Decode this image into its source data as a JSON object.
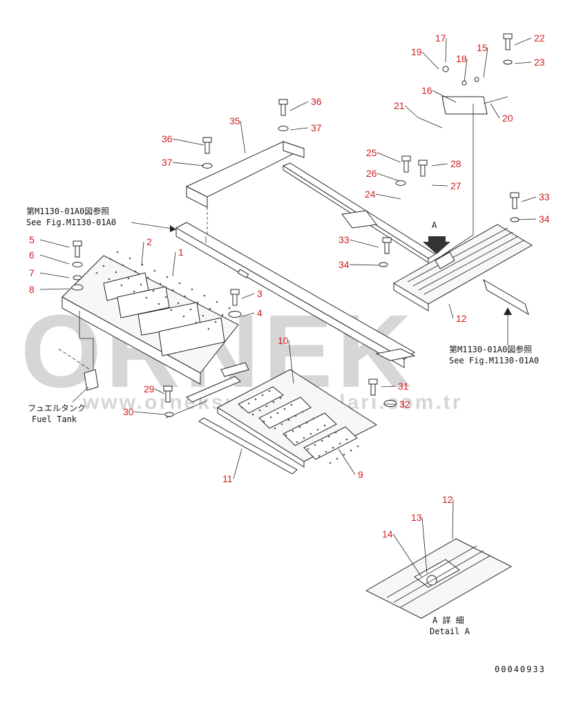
{
  "watermark": {
    "brand": "ORNEK",
    "url": "www.orneksunumkinalari.com.tr"
  },
  "references": {
    "top_left": {
      "jp": "第M1130-01A0図参照",
      "en": "See Fig.M1130-01A0"
    },
    "right": {
      "jp": "第M1130-01A0図参照",
      "en": "See Fig.M1130-01A0"
    }
  },
  "fuel_tank": {
    "jp": "フュエルタンク",
    "en": "Fuel Tank"
  },
  "view_marker": "A",
  "detail": {
    "jp": "A 詳 細",
    "en": "Detail A"
  },
  "drawing_number": "00040933",
  "callouts": [
    {
      "id": "c1",
      "text": "1"
    },
    {
      "id": "c2",
      "text": "2"
    },
    {
      "id": "c3",
      "text": "3"
    },
    {
      "id": "c4",
      "text": "4"
    },
    {
      "id": "c5",
      "text": "5"
    },
    {
      "id": "c6",
      "text": "6"
    },
    {
      "id": "c7",
      "text": "7"
    },
    {
      "id": "c8",
      "text": "8"
    },
    {
      "id": "c9",
      "text": "9"
    },
    {
      "id": "c10",
      "text": "10"
    },
    {
      "id": "c11",
      "text": "11"
    },
    {
      "id": "c12",
      "text": "12"
    },
    {
      "id": "c12b",
      "text": "12"
    },
    {
      "id": "c13",
      "text": "13"
    },
    {
      "id": "c14",
      "text": "14"
    },
    {
      "id": "c15",
      "text": "15"
    },
    {
      "id": "c16",
      "text": "16"
    },
    {
      "id": "c17",
      "text": "17"
    },
    {
      "id": "c18",
      "text": "18"
    },
    {
      "id": "c19",
      "text": "19"
    },
    {
      "id": "c20",
      "text": "20"
    },
    {
      "id": "c21",
      "text": "21"
    },
    {
      "id": "c22",
      "text": "22"
    },
    {
      "id": "c23",
      "text": "23"
    },
    {
      "id": "c24",
      "text": "24"
    },
    {
      "id": "c25",
      "text": "25"
    },
    {
      "id": "c26",
      "text": "26"
    },
    {
      "id": "c27",
      "text": "27"
    },
    {
      "id": "c28",
      "text": "28"
    },
    {
      "id": "c29",
      "text": "29"
    },
    {
      "id": "c30",
      "text": "30"
    },
    {
      "id": "c31",
      "text": "31"
    },
    {
      "id": "c32",
      "text": "32"
    },
    {
      "id": "c33",
      "text": "33"
    },
    {
      "id": "c33b",
      "text": "33"
    },
    {
      "id": "c34",
      "text": "34"
    },
    {
      "id": "c34b",
      "text": "34"
    },
    {
      "id": "c35",
      "text": "35"
    },
    {
      "id": "c36",
      "text": "36"
    },
    {
      "id": "c36b",
      "text": "36"
    },
    {
      "id": "c37",
      "text": "37"
    },
    {
      "id": "c37b",
      "text": "37"
    }
  ]
}
